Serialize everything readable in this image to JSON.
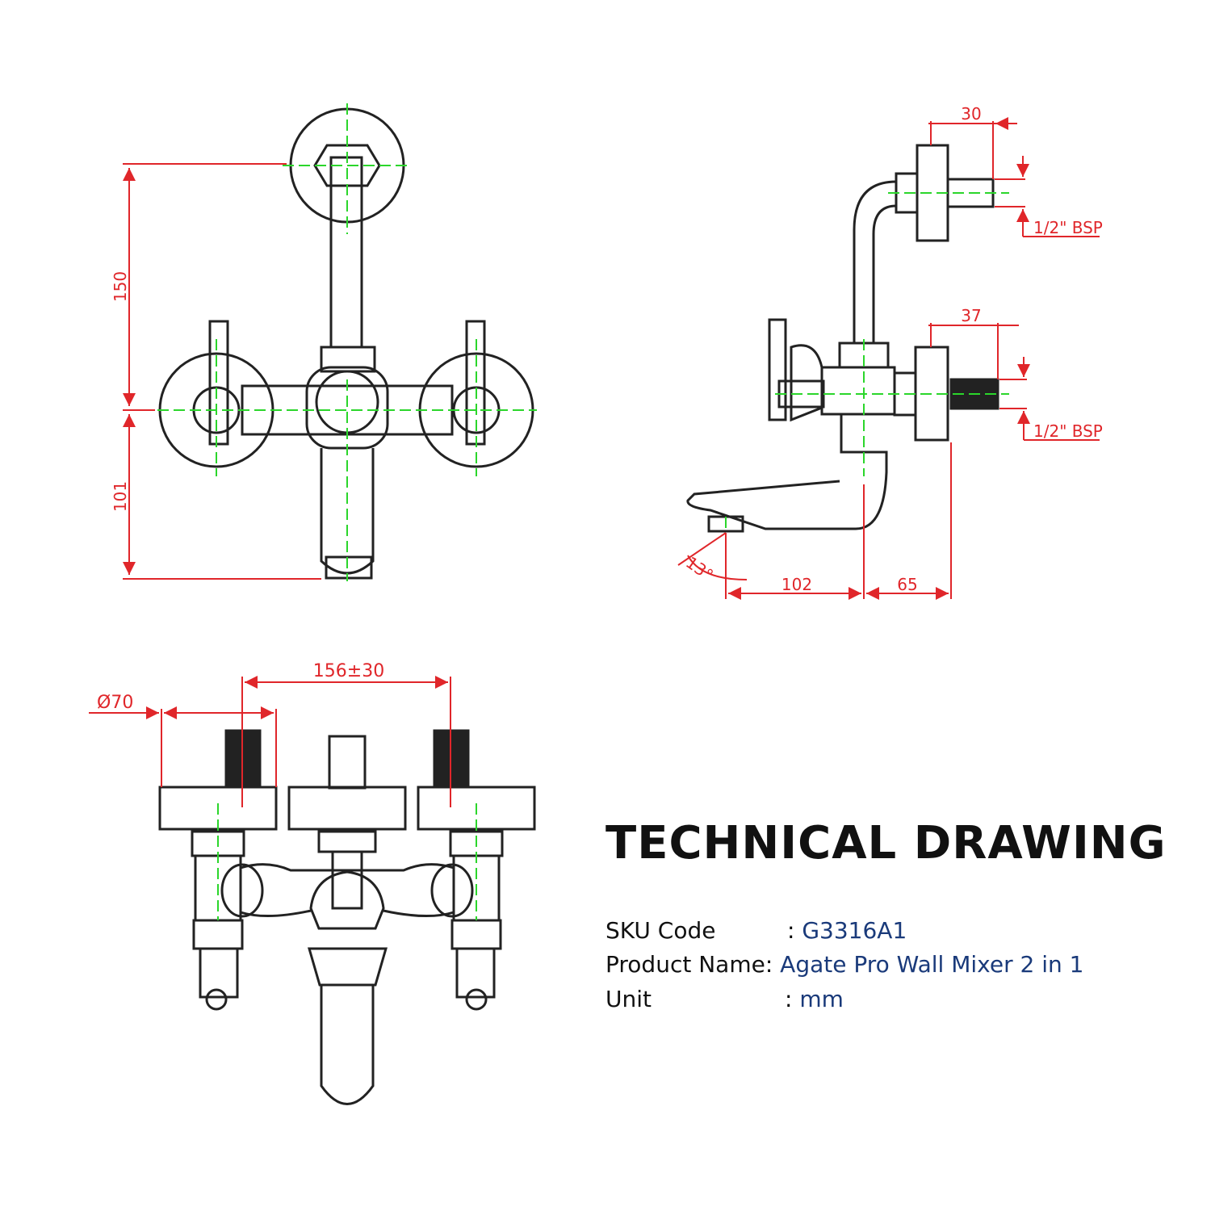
{
  "title": "TECHNICAL DRAWING",
  "specs": [
    {
      "label": "SKU Code",
      "sep": ":",
      "value": "G3316A1"
    },
    {
      "label": "Product Name",
      "sep": ":",
      "value": "Agate Pro Wall Mixer 2 in 1"
    },
    {
      "label": "Unit",
      "sep": ":",
      "value": "mm"
    }
  ],
  "dimensions": {
    "front_upper_height": "150",
    "front_lower_height": "101",
    "side_top_length": "30",
    "side_top_thread": "1/2\" BSP",
    "side_mid_length": "37",
    "side_mid_thread": "1/2\" BSP",
    "spout_angle": "13°",
    "spout_reach": "102",
    "body_depth": "65",
    "inlet_centres": "156±30",
    "flange_diameter": "Ø70"
  },
  "colors": {
    "dimension": "#e0262a",
    "centerline": "#2bd62b",
    "outline": "#222222",
    "value": "#1a3a7a"
  }
}
